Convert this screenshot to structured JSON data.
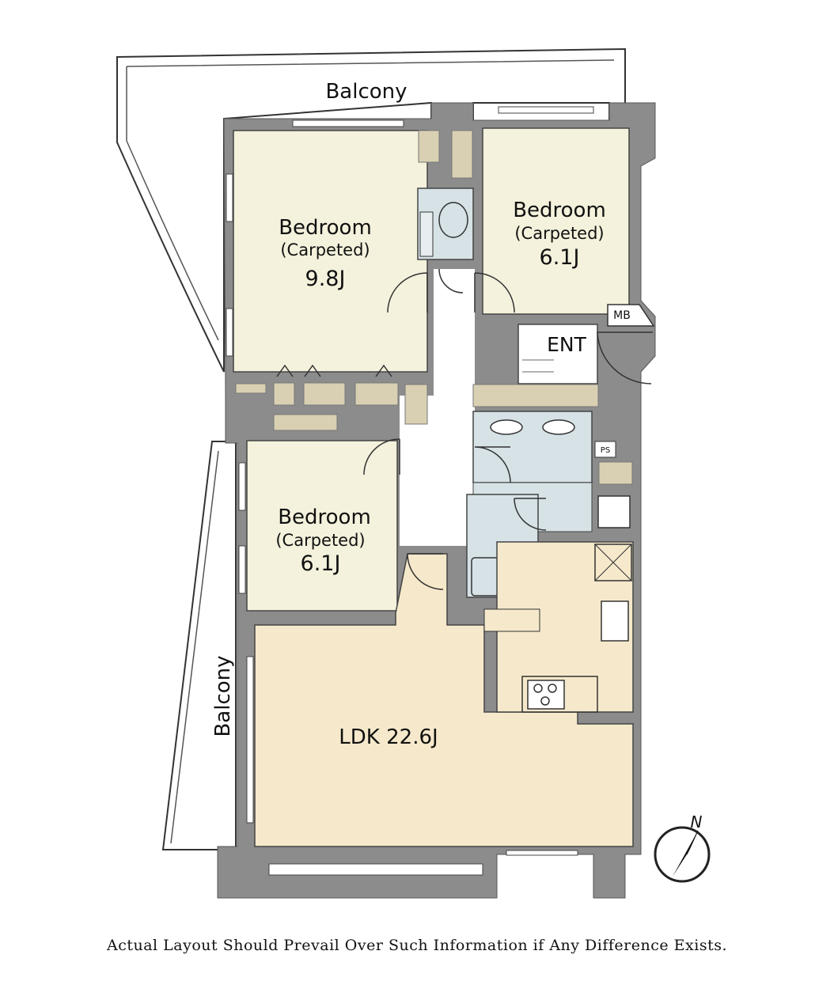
{
  "balcony_north": {
    "label": "Balcony"
  },
  "balcony_west": {
    "label": "Balcony"
  },
  "bedroom_nw": {
    "name": "Bedroom",
    "floor": "(Carpeted)",
    "size": "9.8J"
  },
  "bedroom_ne": {
    "name": "Bedroom",
    "floor": "(Carpeted)",
    "size": "6.1J"
  },
  "bedroom_w": {
    "name": "Bedroom",
    "floor": "(Carpeted)",
    "size": "6.1J"
  },
  "entrance": {
    "label": "ENT"
  },
  "meter_box": {
    "label": "MB"
  },
  "pipe_space": {
    "label": "PS"
  },
  "ldk": {
    "label": "LDK 22.6J"
  },
  "compass": {
    "label": "N"
  },
  "colors": {
    "wall": "#8c8c8c",
    "bedroom": "#f4f2dc",
    "ldk": "#f6e9cb",
    "wet": "#d6e2e6",
    "storage": "#d9d0b3"
  },
  "disclaimer": "Actual Layout Should Prevail Over Such Information if Any Difference Exists."
}
